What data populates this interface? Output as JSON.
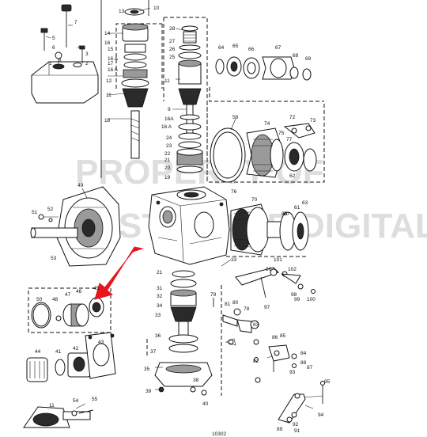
{
  "diagram": {
    "drawing_number": "10302",
    "watermark_lines": [
      "PROPERTY OF",
      "STORAGE DIGITAL"
    ],
    "arrow_color": "#e8141e",
    "callouts": [
      {
        "id": "c1",
        "text": "10"
      },
      {
        "id": "c2",
        "text": "7"
      },
      {
        "id": "c3",
        "text": "5"
      },
      {
        "id": "c4",
        "text": "6"
      },
      {
        "id": "c5",
        "text": "4"
      },
      {
        "id": "c6",
        "text": "3"
      },
      {
        "id": "c7",
        "text": "1"
      },
      {
        "id": "c8",
        "text": "2"
      },
      {
        "id": "c9",
        "text": "13"
      },
      {
        "id": "c10",
        "text": "14"
      },
      {
        "id": "c11",
        "text": "16"
      },
      {
        "id": "c12",
        "text": "15"
      },
      {
        "id": "c13",
        "text": "16 A"
      },
      {
        "id": "c14",
        "text": "12"
      },
      {
        "id": "c15",
        "text": "16 A"
      },
      {
        "id": "c16",
        "text": "17"
      },
      {
        "id": "c17",
        "text": "18"
      },
      {
        "id": "c18",
        "text": "11"
      },
      {
        "id": "c19",
        "text": "28"
      },
      {
        "id": "c20",
        "text": "27"
      },
      {
        "id": "c21",
        "text": "26"
      },
      {
        "id": "c22",
        "text": "25"
      },
      {
        "id": "c23",
        "text": "11"
      },
      {
        "id": "c24",
        "text": "9"
      },
      {
        "id": "c25",
        "text": "16A"
      },
      {
        "id": "c26",
        "text": "16 A"
      },
      {
        "id": "c27",
        "text": "24"
      },
      {
        "id": "c28",
        "text": "23"
      },
      {
        "id": "c29",
        "text": "22"
      },
      {
        "id": "c30",
        "text": "21"
      },
      {
        "id": "c31",
        "text": "20"
      },
      {
        "id": "c32",
        "text": "19"
      },
      {
        "id": "c33",
        "text": "64"
      },
      {
        "id": "c34",
        "text": "65"
      },
      {
        "id": "c35",
        "text": "66"
      },
      {
        "id": "c36",
        "text": "67"
      },
      {
        "id": "c37",
        "text": "68"
      },
      {
        "id": "c38",
        "text": "69"
      },
      {
        "id": "c39",
        "text": "58"
      },
      {
        "id": "c40",
        "text": "72"
      },
      {
        "id": "c41",
        "text": "73"
      },
      {
        "id": "c42",
        "text": "75"
      },
      {
        "id": "c43",
        "text": "74"
      },
      {
        "id": "c44",
        "text": "77"
      },
      {
        "id": "c45",
        "text": "49"
      },
      {
        "id": "c46",
        "text": "51"
      },
      {
        "id": "c47",
        "text": "52"
      },
      {
        "id": "c48",
        "text": "53"
      },
      {
        "id": "c49",
        "text": "76"
      },
      {
        "id": "c50",
        "text": "70"
      },
      {
        "id": "c51",
        "text": "80"
      },
      {
        "id": "c52",
        "text": "62"
      },
      {
        "id": "c53",
        "text": "61"
      },
      {
        "id": "c54",
        "text": "63"
      },
      {
        "id": "c55",
        "text": "102"
      },
      {
        "id": "c56",
        "text": "96"
      },
      {
        "id": "c57",
        "text": "98"
      },
      {
        "id": "c58",
        "text": "99"
      },
      {
        "id": "c59",
        "text": "100"
      },
      {
        "id": "c60",
        "text": "97"
      },
      {
        "id": "c61",
        "text": "50"
      },
      {
        "id": "c62",
        "text": "48"
      },
      {
        "id": "c63",
        "text": "47"
      },
      {
        "id": "c64",
        "text": "46"
      },
      {
        "id": "c65",
        "text": "45"
      },
      {
        "id": "c66",
        "text": "31"
      },
      {
        "id": "c67",
        "text": "32"
      },
      {
        "id": "c68",
        "text": "34"
      },
      {
        "id": "c69",
        "text": "33"
      },
      {
        "id": "c70",
        "text": "79"
      },
      {
        "id": "c71",
        "text": "81"
      },
      {
        "id": "c72",
        "text": "80"
      },
      {
        "id": "c73",
        "text": "78"
      },
      {
        "id": "c74",
        "text": "83"
      },
      {
        "id": "c75",
        "text": "44"
      },
      {
        "id": "c76",
        "text": "41"
      },
      {
        "id": "c77",
        "text": "42"
      },
      {
        "id": "c78",
        "text": "43"
      },
      {
        "id": "c79",
        "text": "35"
      },
      {
        "id": "c80",
        "text": "36"
      },
      {
        "id": "c81",
        "text": "37"
      },
      {
        "id": "c82",
        "text": "38"
      },
      {
        "id": "c83",
        "text": "39"
      },
      {
        "id": "c84",
        "text": "40"
      },
      {
        "id": "c85",
        "text": "86"
      },
      {
        "id": "c86",
        "text": "85"
      },
      {
        "id": "c87",
        "text": "84"
      },
      {
        "id": "c88",
        "text": "82"
      },
      {
        "id": "c89",
        "text": "88"
      },
      {
        "id": "c90",
        "text": "87"
      },
      {
        "id": "c91",
        "text": "93"
      },
      {
        "id": "c92",
        "text": "95"
      },
      {
        "id": "c93",
        "text": "94"
      },
      {
        "id": "c94",
        "text": "89"
      },
      {
        "id": "c95",
        "text": "92"
      },
      {
        "id": "c96",
        "text": "91"
      },
      {
        "id": "c97",
        "text": "54"
      },
      {
        "id": "c98",
        "text": "55"
      },
      {
        "id": "c99",
        "text": "11"
      },
      {
        "id": "c100",
        "text": "21"
      },
      {
        "id": "c101",
        "text": "101"
      },
      {
        "id": "c102",
        "text": "33"
      },
      {
        "id": "c103",
        "text": "8"
      },
      {
        "id": "c104",
        "text": "60"
      }
    ]
  }
}
